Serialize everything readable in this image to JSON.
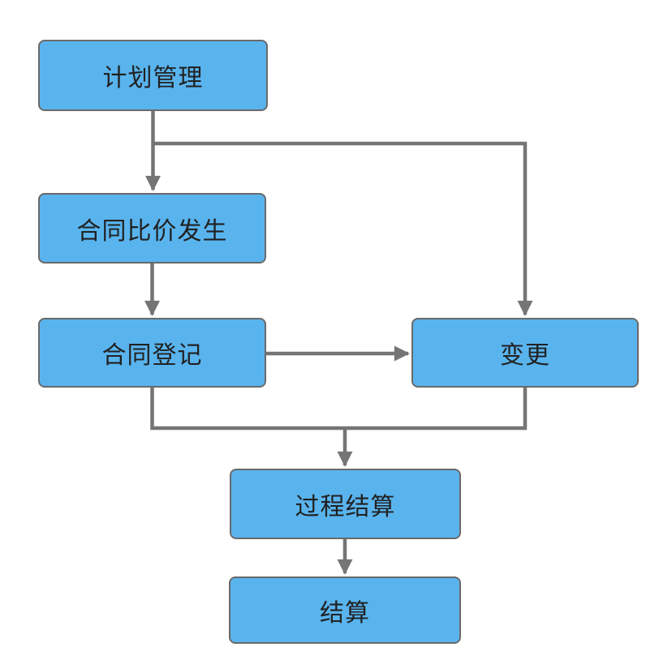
{
  "diagram": {
    "type": "flowchart",
    "nodes": [
      {
        "id": "plan-management",
        "label": "计划管理"
      },
      {
        "id": "contract-price-comparison",
        "label": "合同比价发生"
      },
      {
        "id": "contract-registration",
        "label": "合同登记"
      },
      {
        "id": "change",
        "label": "变更"
      },
      {
        "id": "process-settlement",
        "label": "过程结算"
      },
      {
        "id": "settlement",
        "label": "结算"
      }
    ],
    "edges": [
      {
        "from": "计划管理",
        "to": "合同比价发生"
      },
      {
        "from": "计划管理",
        "to": "变更"
      },
      {
        "from": "合同比价发生",
        "to": "合同登记"
      },
      {
        "from": "合同登记",
        "to": "变更"
      },
      {
        "from": "合同登记",
        "to": "过程结算"
      },
      {
        "from": "变更",
        "to": "过程结算"
      },
      {
        "from": "过程结算",
        "to": "结算"
      }
    ],
    "colors": {
      "node_fill": "#59B4EE",
      "node_border": "#6A6A6A",
      "connector": "#757575",
      "text": "#212121",
      "background": "#FFFFFF"
    }
  }
}
